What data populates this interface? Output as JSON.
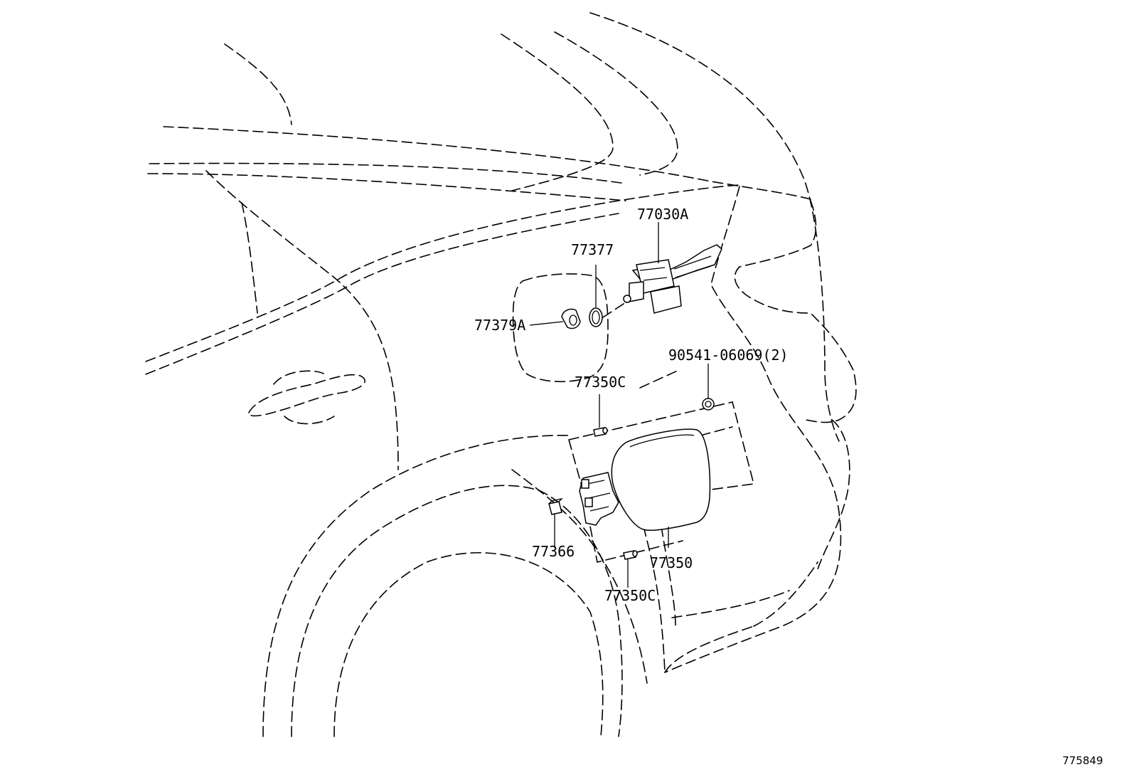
{
  "diagram": {
    "labels": {
      "p77030A": "77030A",
      "p77377": "77377",
      "p77379A": "77379A",
      "p77350C_top": "77350C",
      "p90541": "90541-06069(2)",
      "p77366": "77366",
      "p77350": "77350",
      "p77350C_bottom": "77350C"
    },
    "figure_number": "775849"
  }
}
